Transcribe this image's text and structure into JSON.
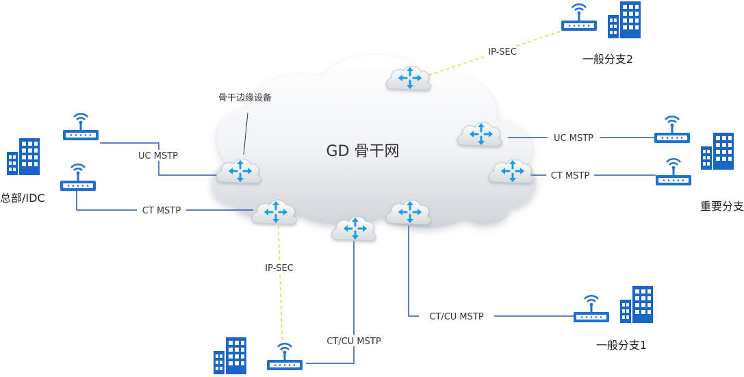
{
  "cloud": {
    "title": "GD 骨干网",
    "edge_device_label": "骨干边缘设备"
  },
  "sites": {
    "hq": "总部/IDC",
    "branch_general_2": "一般分支2",
    "branch_important": "重要分支",
    "branch_general_1": "一般分支1"
  },
  "links": {
    "hq_uc": "UC MSTP",
    "hq_ct": "CT MSTP",
    "bottom_ipsec": "IP-SEC",
    "bottom_ctcu": "CT/CU  MSTP",
    "branch1_ctcu": "CT/CU  MSTP",
    "important_uc": "UC MSTP",
    "important_ct": "CT MSTP",
    "branch2_ipsec": "IP-SEC"
  },
  "colors": {
    "line": "#2f55b8",
    "ipsec_line": "#f2d34a",
    "device": "#1f6fd0",
    "building": "#1a66c7",
    "router_arrow": "#1e9be8"
  },
  "icons": [
    "cloud-icon",
    "router-icon",
    "modem-icon",
    "building-icon"
  ]
}
